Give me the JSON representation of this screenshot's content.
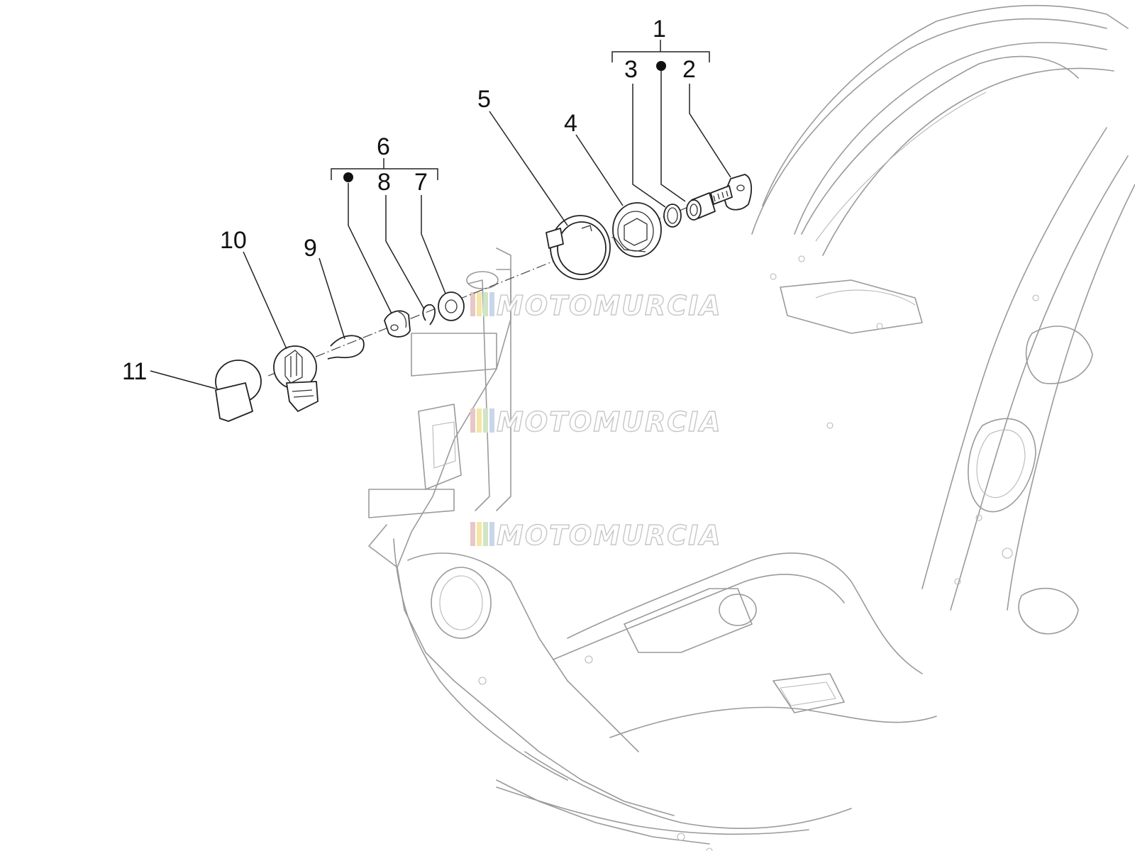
{
  "callouts": [
    "1",
    "2",
    "3",
    "4",
    "5",
    "6",
    "7",
    "8",
    "9",
    "10",
    "11"
  ],
  "watermark": {
    "text": "MOTOMURCIA",
    "colors": [
      "#e8c7c7",
      "#f3e6a8",
      "#cfe5c4",
      "#c9d6ea"
    ]
  },
  "icons": {
    "kit_marker": "filled-dot-icon"
  },
  "colors": {
    "line_art": "#222222",
    "frame": "#9a9a9a",
    "background": "#ffffff"
  }
}
